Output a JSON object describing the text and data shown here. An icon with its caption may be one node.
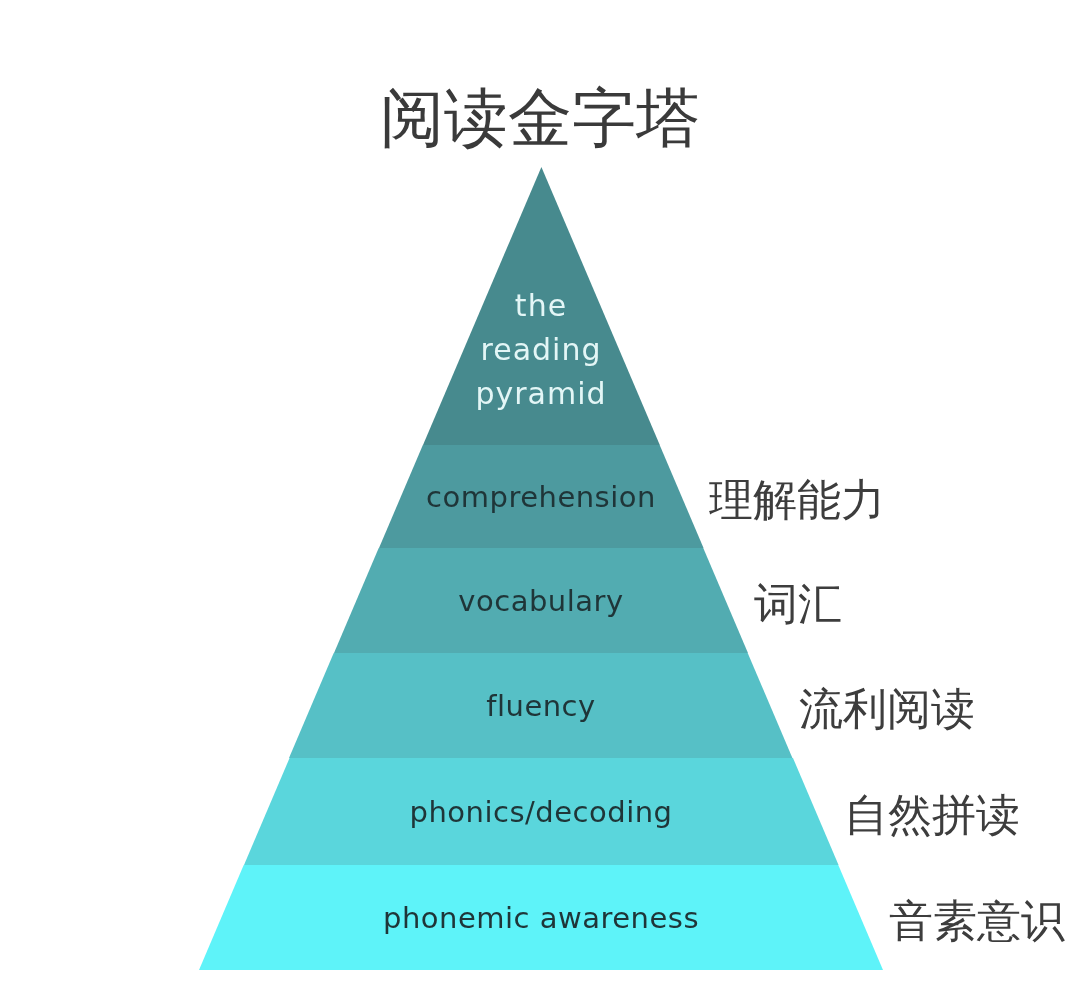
{
  "diagram": {
    "title": "阅读金字塔",
    "nodes": [
      {
        "text": [
          "the reading pyramid"
        ]
      },
      {
        "text": [
          "comprehension"
        ],
        "beside": [
          "理解能力"
        ]
      },
      {
        "text": [
          "vocabulary"
        ],
        "beside": [
          "词汇"
        ]
      },
      {
        "text": [
          "fluency"
        ],
        "beside": [
          "流利阅读"
        ]
      },
      {
        "text": [
          "phonics/decoding"
        ],
        "beside": [
          "自然拼读"
        ]
      },
      {
        "text": [
          "phonemic awareness"
        ],
        "beside": [
          "音素意识"
        ]
      }
    ]
  }
}
